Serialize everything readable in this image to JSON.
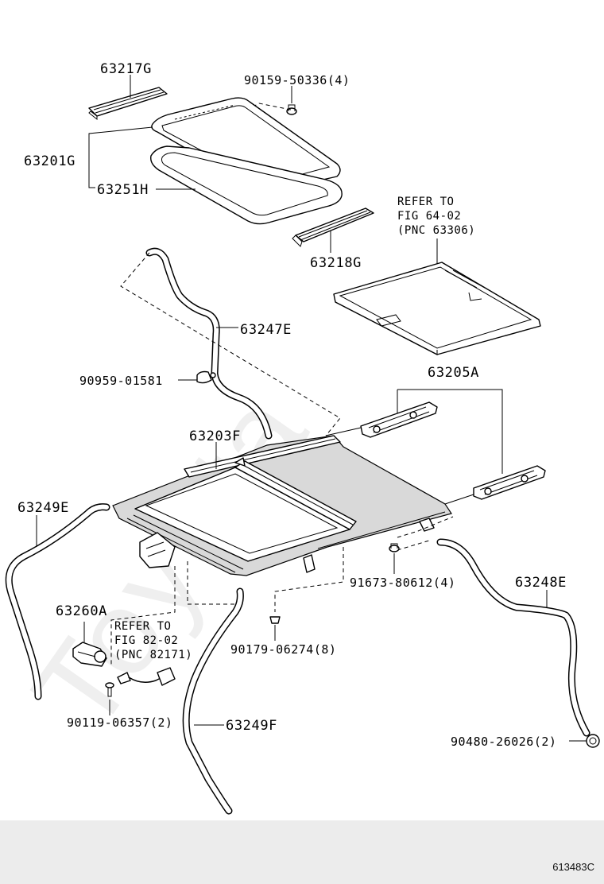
{
  "watermark": "Toyota",
  "figure_code": "613483C",
  "parts": {
    "p63217G": "63217G",
    "p90159": "90159-50336(4)",
    "p63201G": "63201G",
    "p63251H": "63251H",
    "p63218G": "63218G",
    "ref1": [
      "REFER TO",
      "FIG 64-02",
      "(PNC 63306)"
    ],
    "p63247E": "63247E",
    "p90959": "90959-01581",
    "p63205A": "63205A",
    "p63203F": "63203F",
    "p63249E": "63249E",
    "p91673": "91673-80612(4)",
    "p63248E": "63248E",
    "p63260A": "63260A",
    "ref2": [
      "REFER TO",
      "FIG 82-02",
      "(PNC 82171)"
    ],
    "p90179": "90179-06274(8)",
    "p90119": "90119-06357(2)",
    "p63249F": "63249F",
    "p90480": "90480-26026(2)"
  }
}
